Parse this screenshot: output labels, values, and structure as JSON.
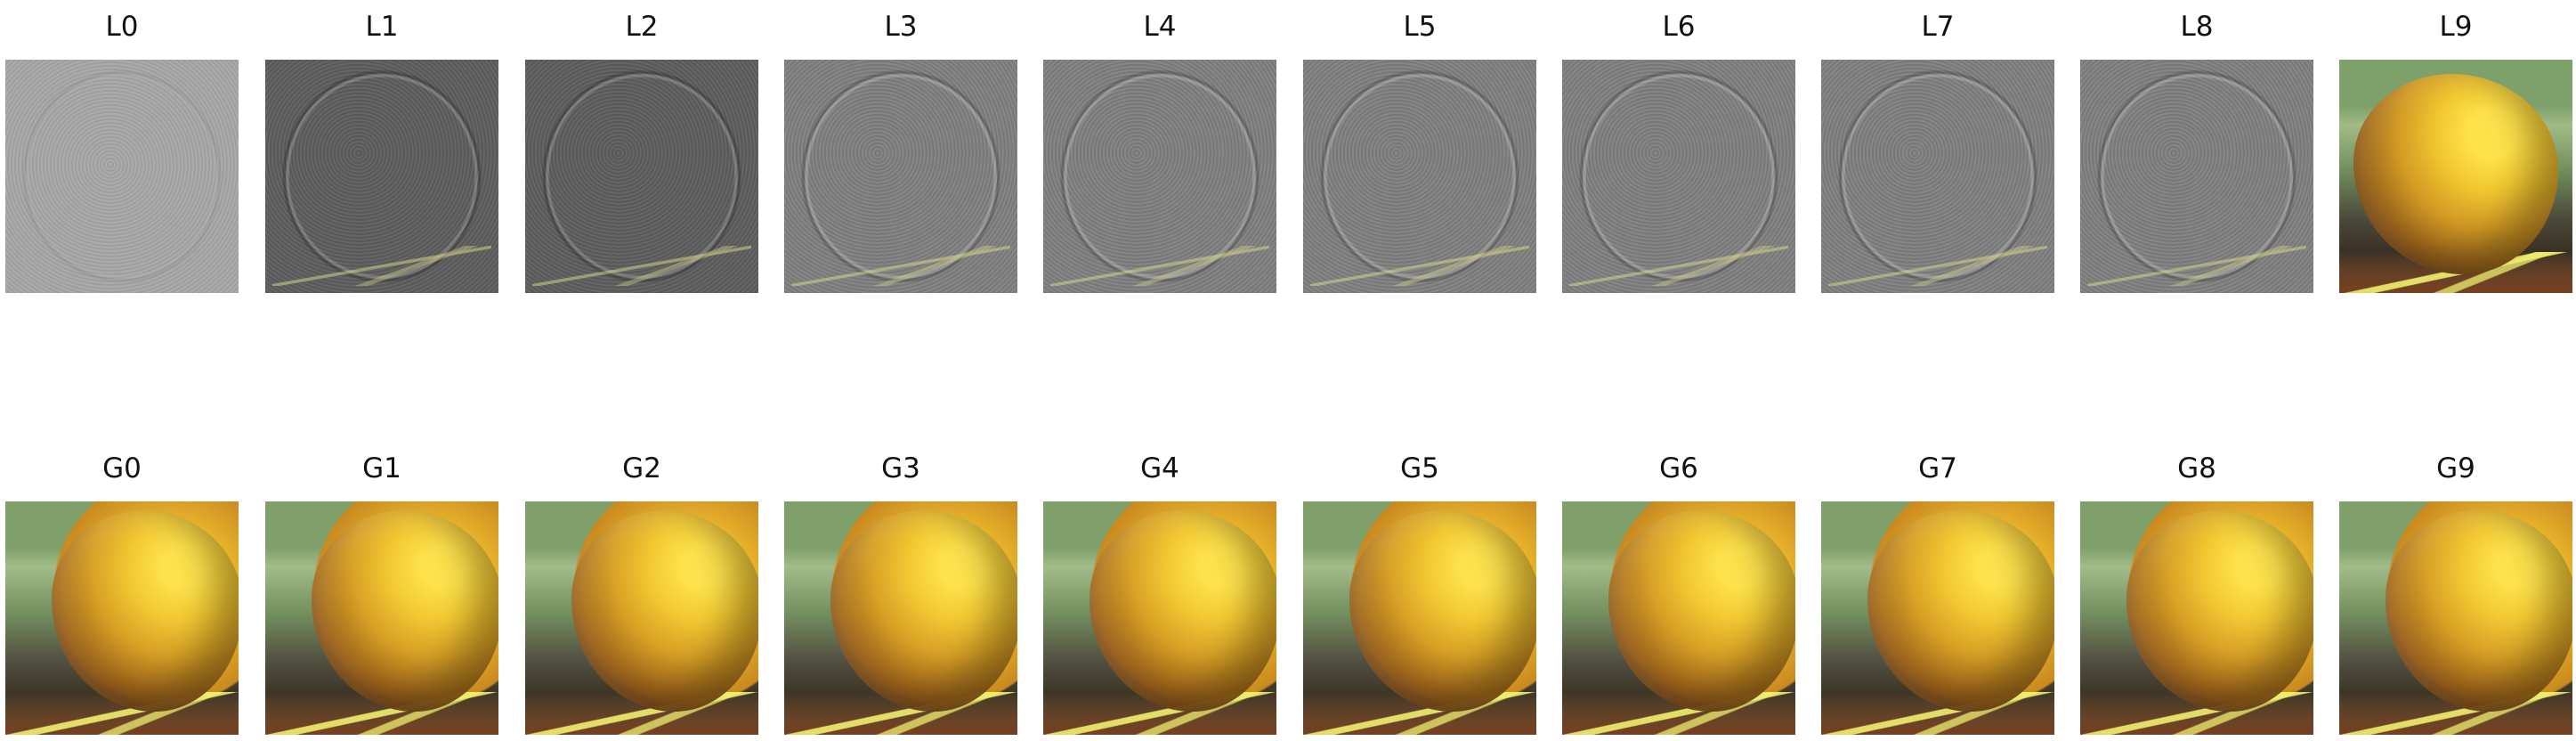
{
  "top_row": {
    "titles": [
      "L0",
      "L1",
      "L2",
      "L3",
      "L4",
      "L5",
      "L6",
      "L7",
      "L8",
      "L9"
    ]
  },
  "bottom_row": {
    "titles": [
      "G0",
      "G1",
      "G2",
      "G3",
      "G4",
      "G5",
      "G6",
      "G7",
      "G8",
      "G9"
    ]
  }
}
